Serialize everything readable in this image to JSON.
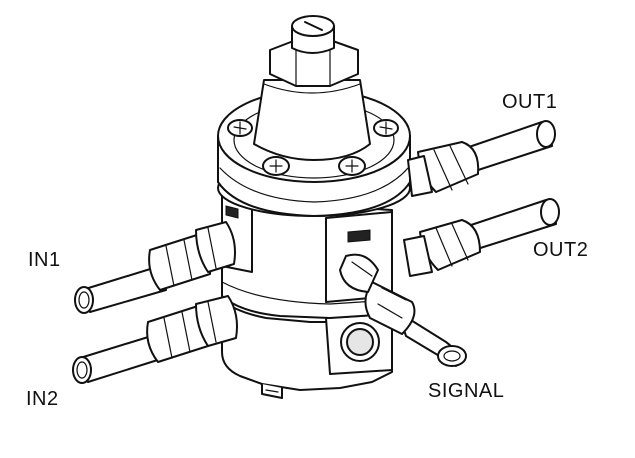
{
  "labels": {
    "out1": "OUT1",
    "out2": "OUT2",
    "in1": "IN1",
    "in2": "IN2",
    "signal": "SIGNAL"
  }
}
